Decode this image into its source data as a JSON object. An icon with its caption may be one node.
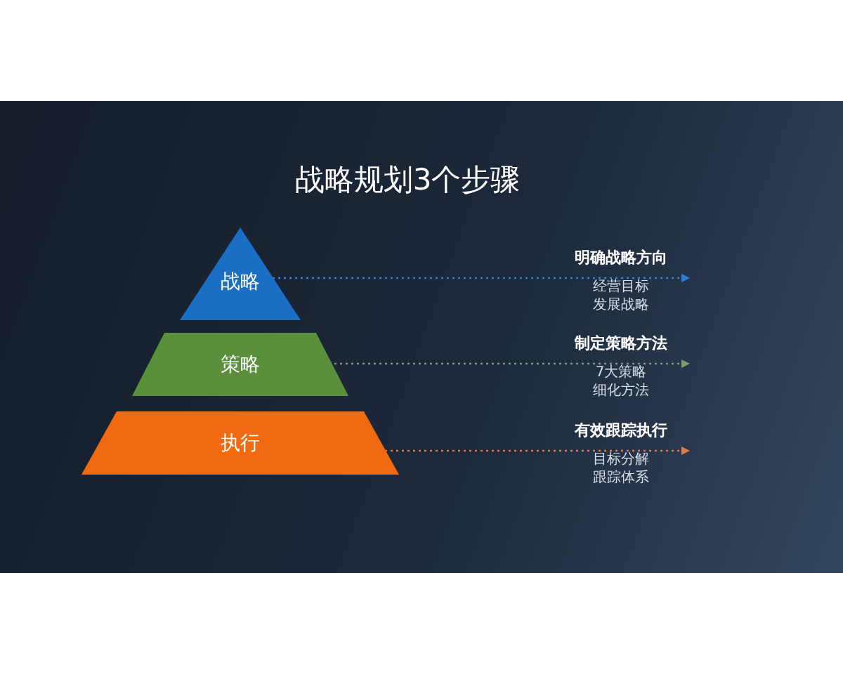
{
  "diagram": {
    "title": "战略规划3个步骤",
    "nodes": [
      {
        "text": [
          "战略"
        ]
      },
      {
        "text": [
          "策略"
        ]
      },
      {
        "text": [
          "执行"
        ]
      },
      {
        "text": [
          "明确战略方向",
          "经营目标发展战略"
        ]
      },
      {
        "text": [
          "制定策略方法",
          "7大策略细化方法"
        ]
      },
      {
        "text": [
          "有效跟踪执行",
          "目标分解跟踪体系"
        ]
      }
    ],
    "edges": [
      {
        "from": 0,
        "to": 3,
        "arrow": "to",
        "style": "dashed",
        "color": "#2f7fd6"
      },
      {
        "from": 1,
        "to": 4,
        "arrow": "to",
        "style": "dashed",
        "color": "#7f9a6a"
      },
      {
        "from": 2,
        "to": 5,
        "arrow": "to",
        "style": "dashed",
        "color": "#e07a4a"
      }
    ]
  }
}
